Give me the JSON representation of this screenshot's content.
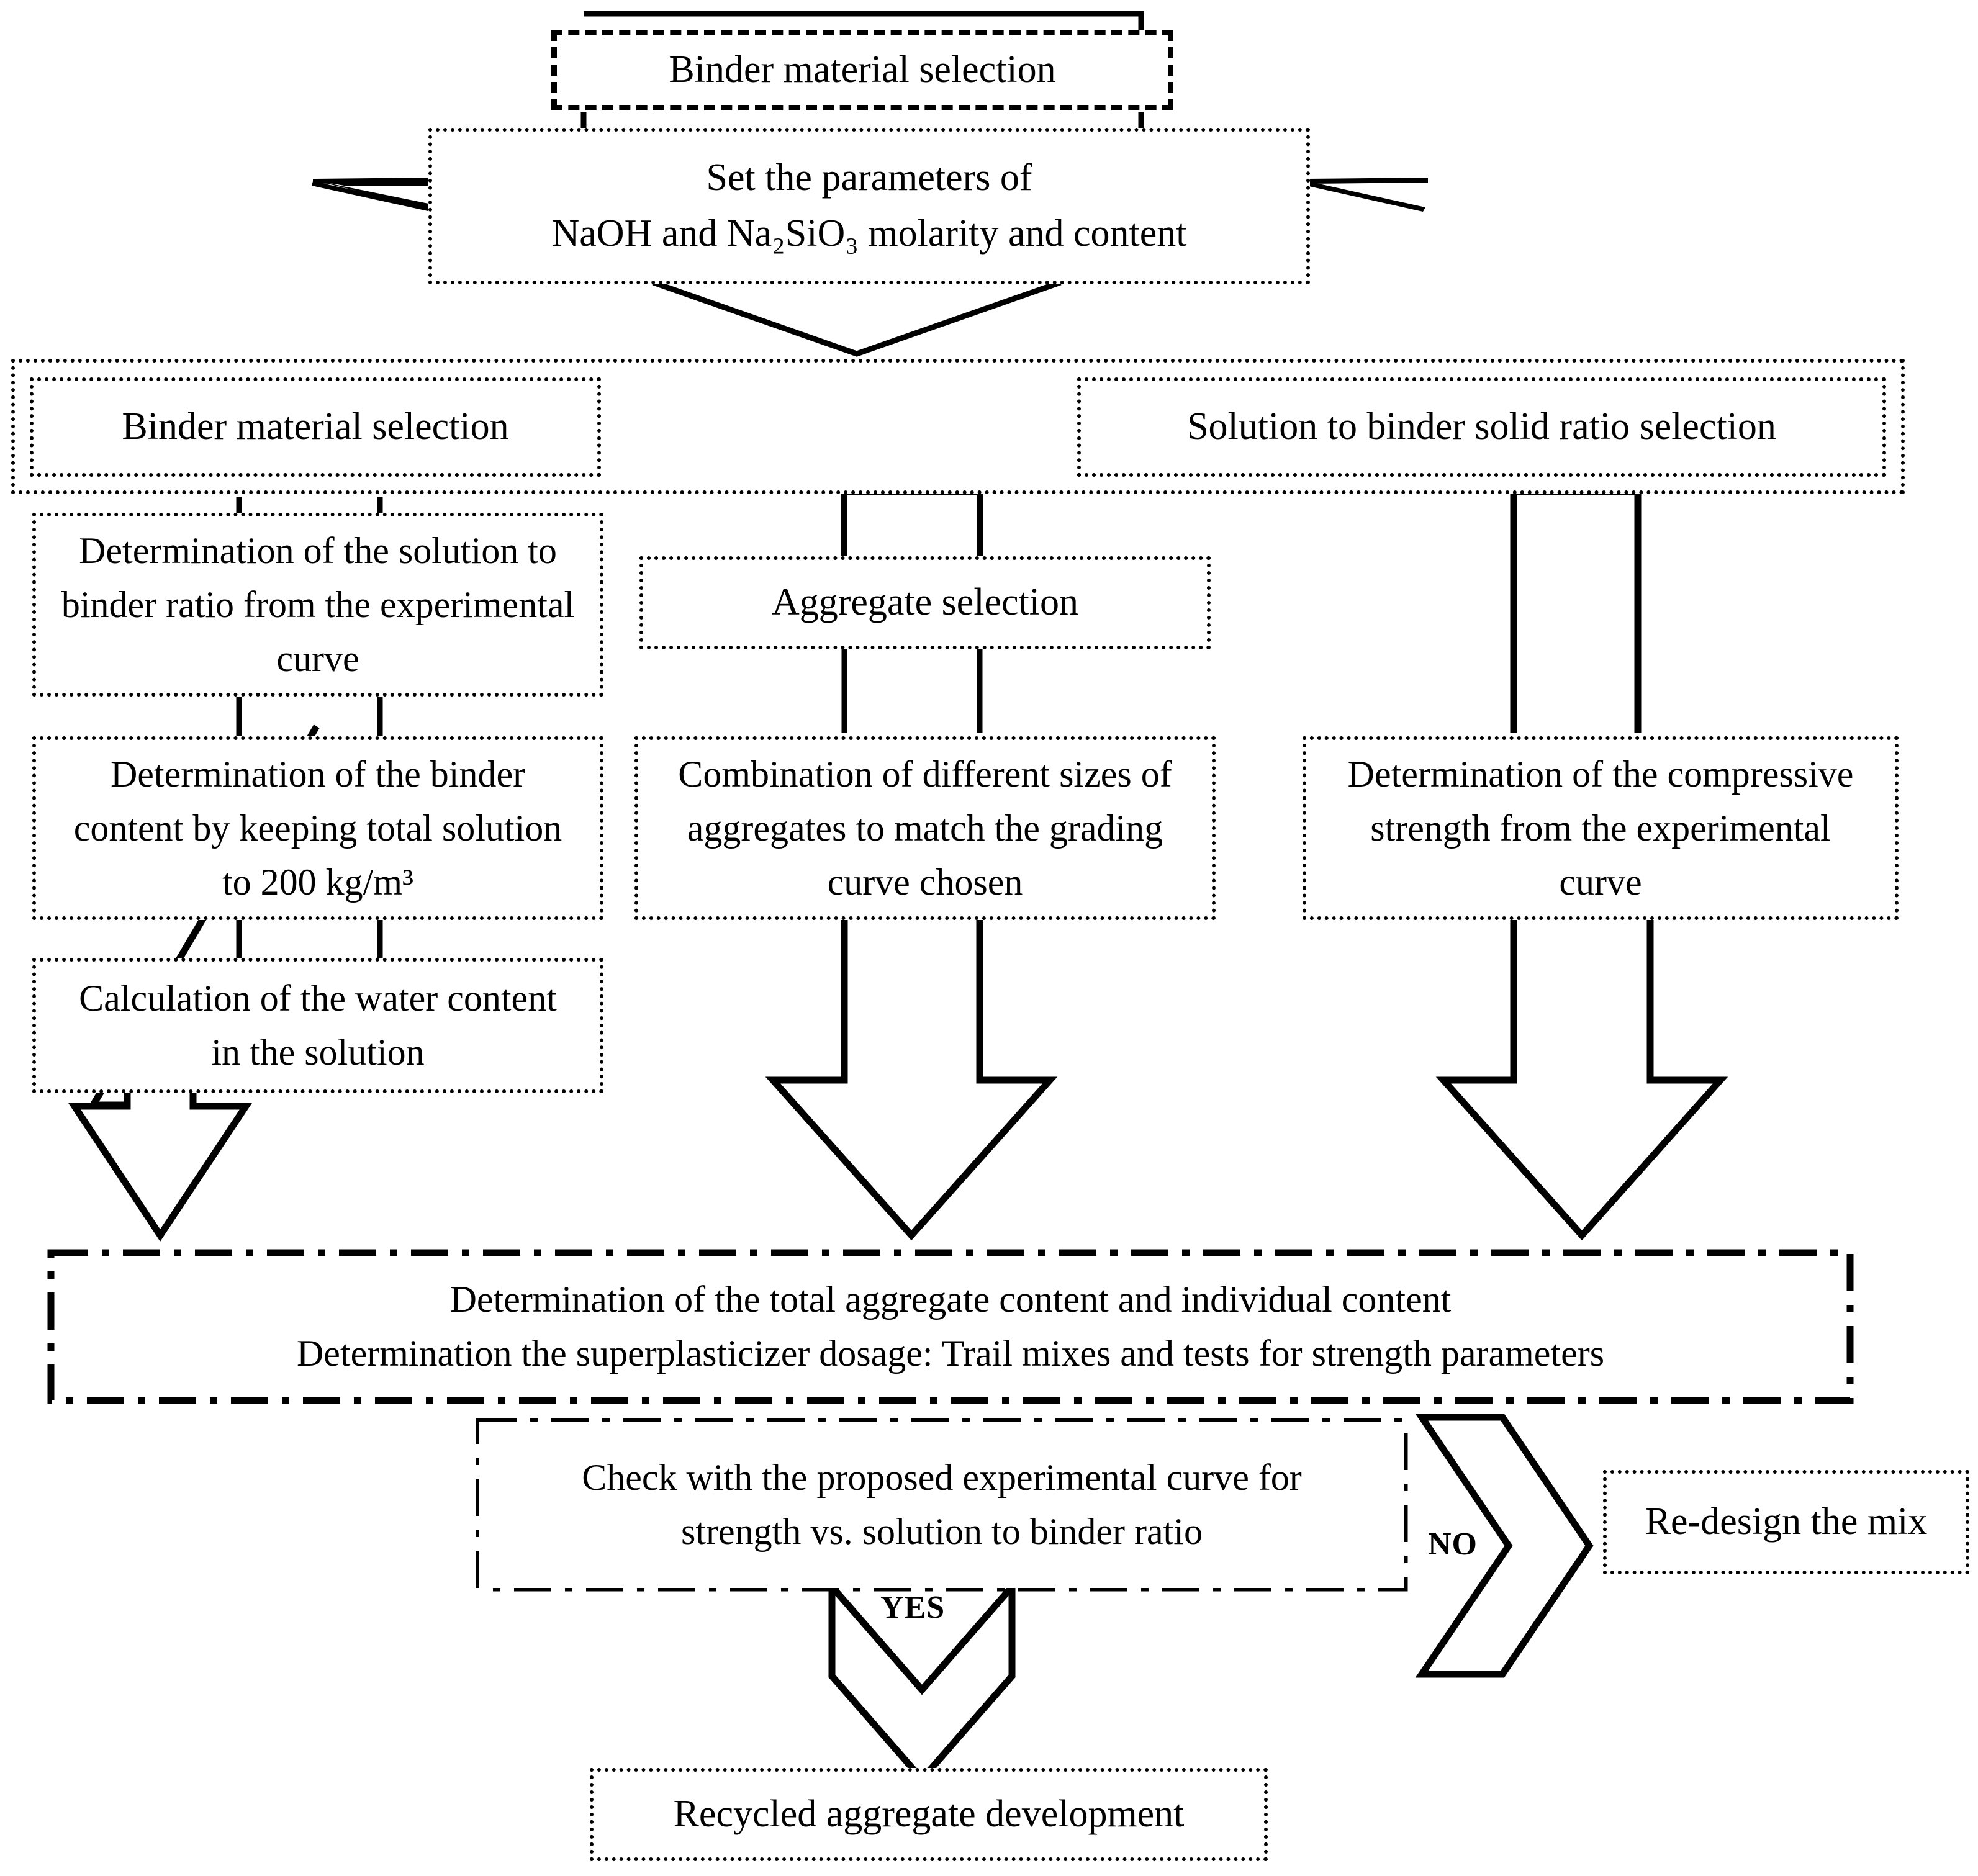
{
  "diagram": {
    "title": "Geopolymer concrete mix design flowchart",
    "nodes": {
      "binder_selection_top": "Binder material selection",
      "set_parameters_line1": "Set the parameters of",
      "set_parameters_line2": "NaOH and Na₂SiO₃ molarity and content",
      "binder_selection_2": "Binder material selection",
      "solution_binder_solid_ratio": "Solution to binder solid ratio selection",
      "determine_solution_binder_ratio": "Determination of the solution to binder ratio from the experimental curve",
      "aggregate_selection": "Aggregate selection",
      "determine_binder_content": "Determination of the binder content by keeping total solution to 200 kg/m³",
      "combination_of_sizes": "Combination of different sizes of aggregates to match the grading curve chosen",
      "determine_compressive_strength": "Determination of the compressive strength from the experimental curve",
      "calc_water_content": "Calculation of the water content in the solution",
      "total_aggregate_line1": "Determination of the total aggregate content and individual content",
      "total_aggregate_line2": "Determination the superplasticizer dosage: Trail mixes and tests for strength parameters",
      "check_curve_line1": "Check with the proposed experimental curve for",
      "check_curve_line2": "strength vs. solution to binder ratio",
      "redesign_mix": "Re-design the mix",
      "recycled_aggregate_development": "Recycled aggregate development"
    },
    "labels": {
      "no": "NO",
      "yes": "YES"
    },
    "colors": {
      "stroke": "#000000",
      "background": "#ffffff"
    }
  }
}
